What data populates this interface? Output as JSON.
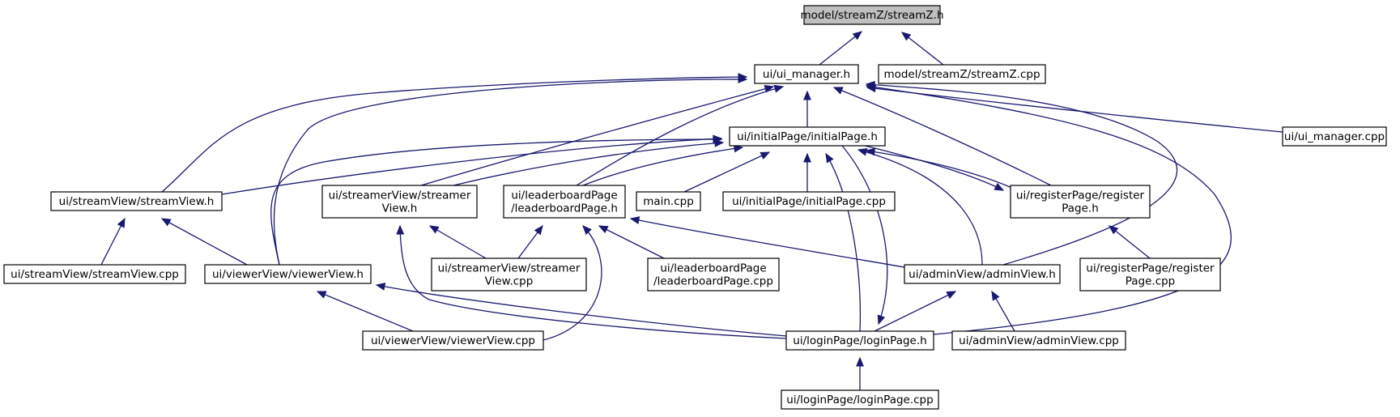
{
  "diagram": {
    "colors": {
      "edge": "#191970",
      "root_fill": "#bfbfbf",
      "node_fill": "#ffffff",
      "node_border": "#000000"
    },
    "nodes": [
      {
        "id": "streamZ_h",
        "lines": [
          "model/streamZ/streamZ.h"
        ],
        "highlight": true
      },
      {
        "id": "ui_manager_h",
        "lines": [
          "ui/ui_manager.h"
        ]
      },
      {
        "id": "streamZ_cpp",
        "lines": [
          "model/streamZ/streamZ.cpp"
        ]
      },
      {
        "id": "initialPage_h",
        "lines": [
          "ui/initialPage/initialPage.h"
        ]
      },
      {
        "id": "ui_manager_cpp",
        "lines": [
          "ui/ui_manager.cpp"
        ]
      },
      {
        "id": "streamView_h",
        "lines": [
          "ui/streamView/streamView.h"
        ]
      },
      {
        "id": "streamerView_h",
        "lines": [
          "ui/streamerView/streamer",
          "View.h"
        ]
      },
      {
        "id": "leaderboardPage_h",
        "lines": [
          "ui/leaderboardPage",
          "/leaderboardPage.h"
        ]
      },
      {
        "id": "main_cpp",
        "lines": [
          "main.cpp"
        ]
      },
      {
        "id": "initialPage_cpp",
        "lines": [
          "ui/initialPage/initialPage.cpp"
        ]
      },
      {
        "id": "registerPage_h",
        "lines": [
          "ui/registerPage/register",
          "Page.h"
        ]
      },
      {
        "id": "streamView_cpp",
        "lines": [
          "ui/streamView/streamView.cpp"
        ]
      },
      {
        "id": "viewerView_h",
        "lines": [
          "ui/viewerView/viewerView.h"
        ]
      },
      {
        "id": "streamerView_cpp",
        "lines": [
          "ui/streamerView/streamer",
          "View.cpp"
        ]
      },
      {
        "id": "leaderboardPage_cpp",
        "lines": [
          "ui/leaderboardPage",
          "/leaderboardPage.cpp"
        ]
      },
      {
        "id": "adminView_h",
        "lines": [
          "ui/adminView/adminView.h"
        ]
      },
      {
        "id": "registerPage_cpp",
        "lines": [
          "ui/registerPage/register",
          "Page.cpp"
        ]
      },
      {
        "id": "viewerView_cpp",
        "lines": [
          "ui/viewerView/viewerView.cpp"
        ]
      },
      {
        "id": "loginPage_h",
        "lines": [
          "ui/loginPage/loginPage.h"
        ]
      },
      {
        "id": "adminView_cpp",
        "lines": [
          "ui/adminView/adminView.cpp"
        ]
      },
      {
        "id": "loginPage_cpp",
        "lines": [
          "ui/loginPage/loginPage.cpp"
        ]
      }
    ],
    "edges": [
      {
        "from": "ui_manager_h",
        "to": "streamZ_h"
      },
      {
        "from": "streamZ_cpp",
        "to": "streamZ_h"
      },
      {
        "from": "initialPage_h",
        "to": "ui_manager_h"
      },
      {
        "from": "ui_manager_cpp",
        "to": "ui_manager_h"
      },
      {
        "from": "streamView_h",
        "to": "ui_manager_h"
      },
      {
        "from": "streamerView_h",
        "to": "ui_manager_h"
      },
      {
        "from": "leaderboardPage_h",
        "to": "ui_manager_h"
      },
      {
        "from": "registerPage_h",
        "to": "ui_manager_h"
      },
      {
        "from": "viewerView_h",
        "to": "ui_manager_h"
      },
      {
        "from": "adminView_h",
        "to": "ui_manager_h"
      },
      {
        "from": "loginPage_h",
        "to": "ui_manager_h"
      },
      {
        "from": "streamView_h",
        "to": "initialPage_h"
      },
      {
        "from": "streamerView_h",
        "to": "initialPage_h"
      },
      {
        "from": "leaderboardPage_h",
        "to": "initialPage_h"
      },
      {
        "from": "main_cpp",
        "to": "initialPage_h"
      },
      {
        "from": "initialPage_cpp",
        "to": "initialPage_h"
      },
      {
        "from": "registerPage_h",
        "to": "initialPage_h"
      },
      {
        "from": "viewerView_h",
        "to": "initialPage_h"
      },
      {
        "from": "adminView_h",
        "to": "initialPage_h"
      },
      {
        "from": "loginPage_h",
        "to": "initialPage_h"
      },
      {
        "from": "initialPage_h",
        "to": "registerPage_h"
      },
      {
        "from": "initialPage_h",
        "to": "loginPage_h"
      },
      {
        "from": "streamView_cpp",
        "to": "streamView_h"
      },
      {
        "from": "viewerView_h",
        "to": "streamView_h"
      },
      {
        "from": "streamerView_cpp",
        "to": "streamerView_h"
      },
      {
        "from": "loginPage_h",
        "to": "streamerView_h"
      },
      {
        "from": "streamerView_cpp",
        "to": "leaderboardPage_h"
      },
      {
        "from": "leaderboardPage_cpp",
        "to": "leaderboardPage_h"
      },
      {
        "from": "adminView_h",
        "to": "leaderboardPage_h"
      },
      {
        "from": "viewerView_cpp",
        "to": "leaderboardPage_h"
      },
      {
        "from": "registerPage_cpp",
        "to": "registerPage_h"
      },
      {
        "from": "viewerView_cpp",
        "to": "viewerView_h"
      },
      {
        "from": "loginPage_h",
        "to": "viewerView_h"
      },
      {
        "from": "loginPage_h",
        "to": "adminView_h"
      },
      {
        "from": "adminView_cpp",
        "to": "adminView_h"
      },
      {
        "from": "loginPage_cpp",
        "to": "loginPage_h"
      }
    ]
  }
}
